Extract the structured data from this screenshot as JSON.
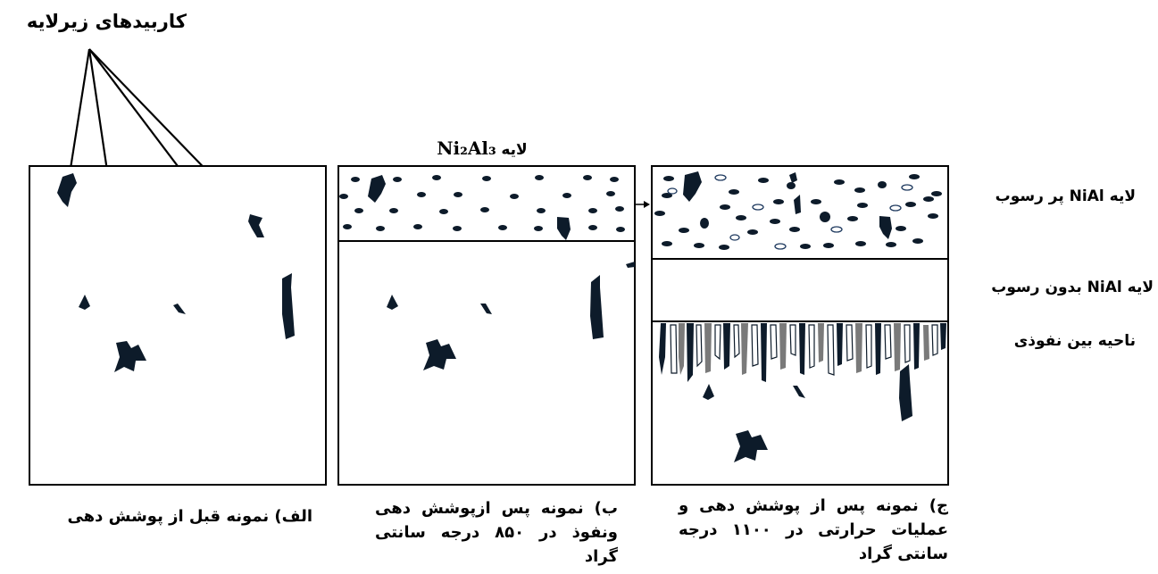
{
  "callout": {
    "text": "کاربیدهای زیرلایه"
  },
  "panel_b_top_label": {
    "prefix": "لایه",
    "formula": "Ni₂Al₃"
  },
  "right_labels": {
    "precip_layer": "لایه NiAl پر رسوب",
    "plain_layer": "لایه NiAl بدون رسوب",
    "interdiffusion": "ناحیه بین نفوذی"
  },
  "captions": {
    "a": "الف) نمونه قبل از پوشش دهی",
    "b": "ب) نمونه پس ازپوشش دهی ونفوذ در ۸۵۰ درجه سانتی گراد",
    "c": "ج) نمونه پس از پوشش دهی و عملیات حرارتی در ۱۱۰۰ درجه سانتی گراد"
  },
  "colors": {
    "ink": "#000000",
    "carbide": "#0d1b2a",
    "grey_column": "#7a7a7a"
  }
}
